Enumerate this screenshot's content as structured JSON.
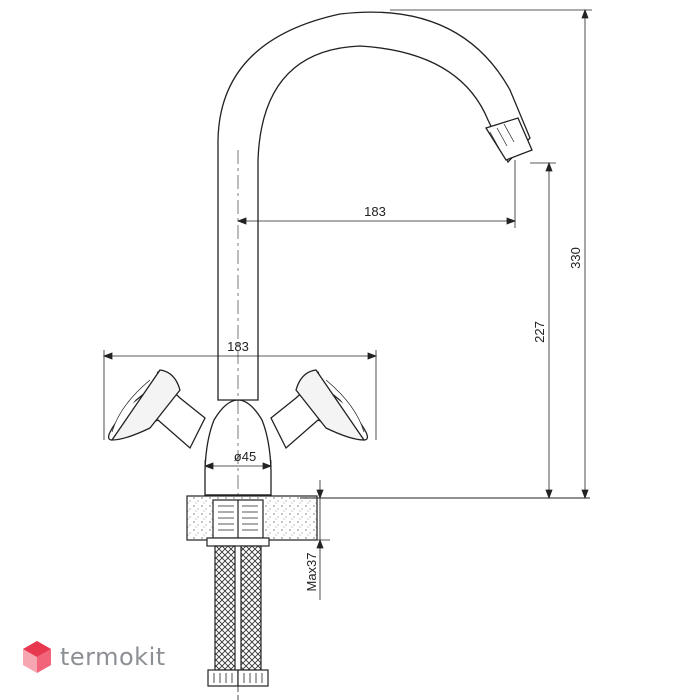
{
  "dimensions": {
    "spout_reach": "183",
    "handle_span": "183",
    "spout_height": "227",
    "total_height": "330",
    "base_diameter": "ø45",
    "max_counter_thickness": "Max37"
  },
  "watermark": {
    "text": "termokit",
    "colors": {
      "logo_red": "#e8384f",
      "logo_light": "#f6a6b0",
      "text_gray": "#8c8f94"
    }
  }
}
